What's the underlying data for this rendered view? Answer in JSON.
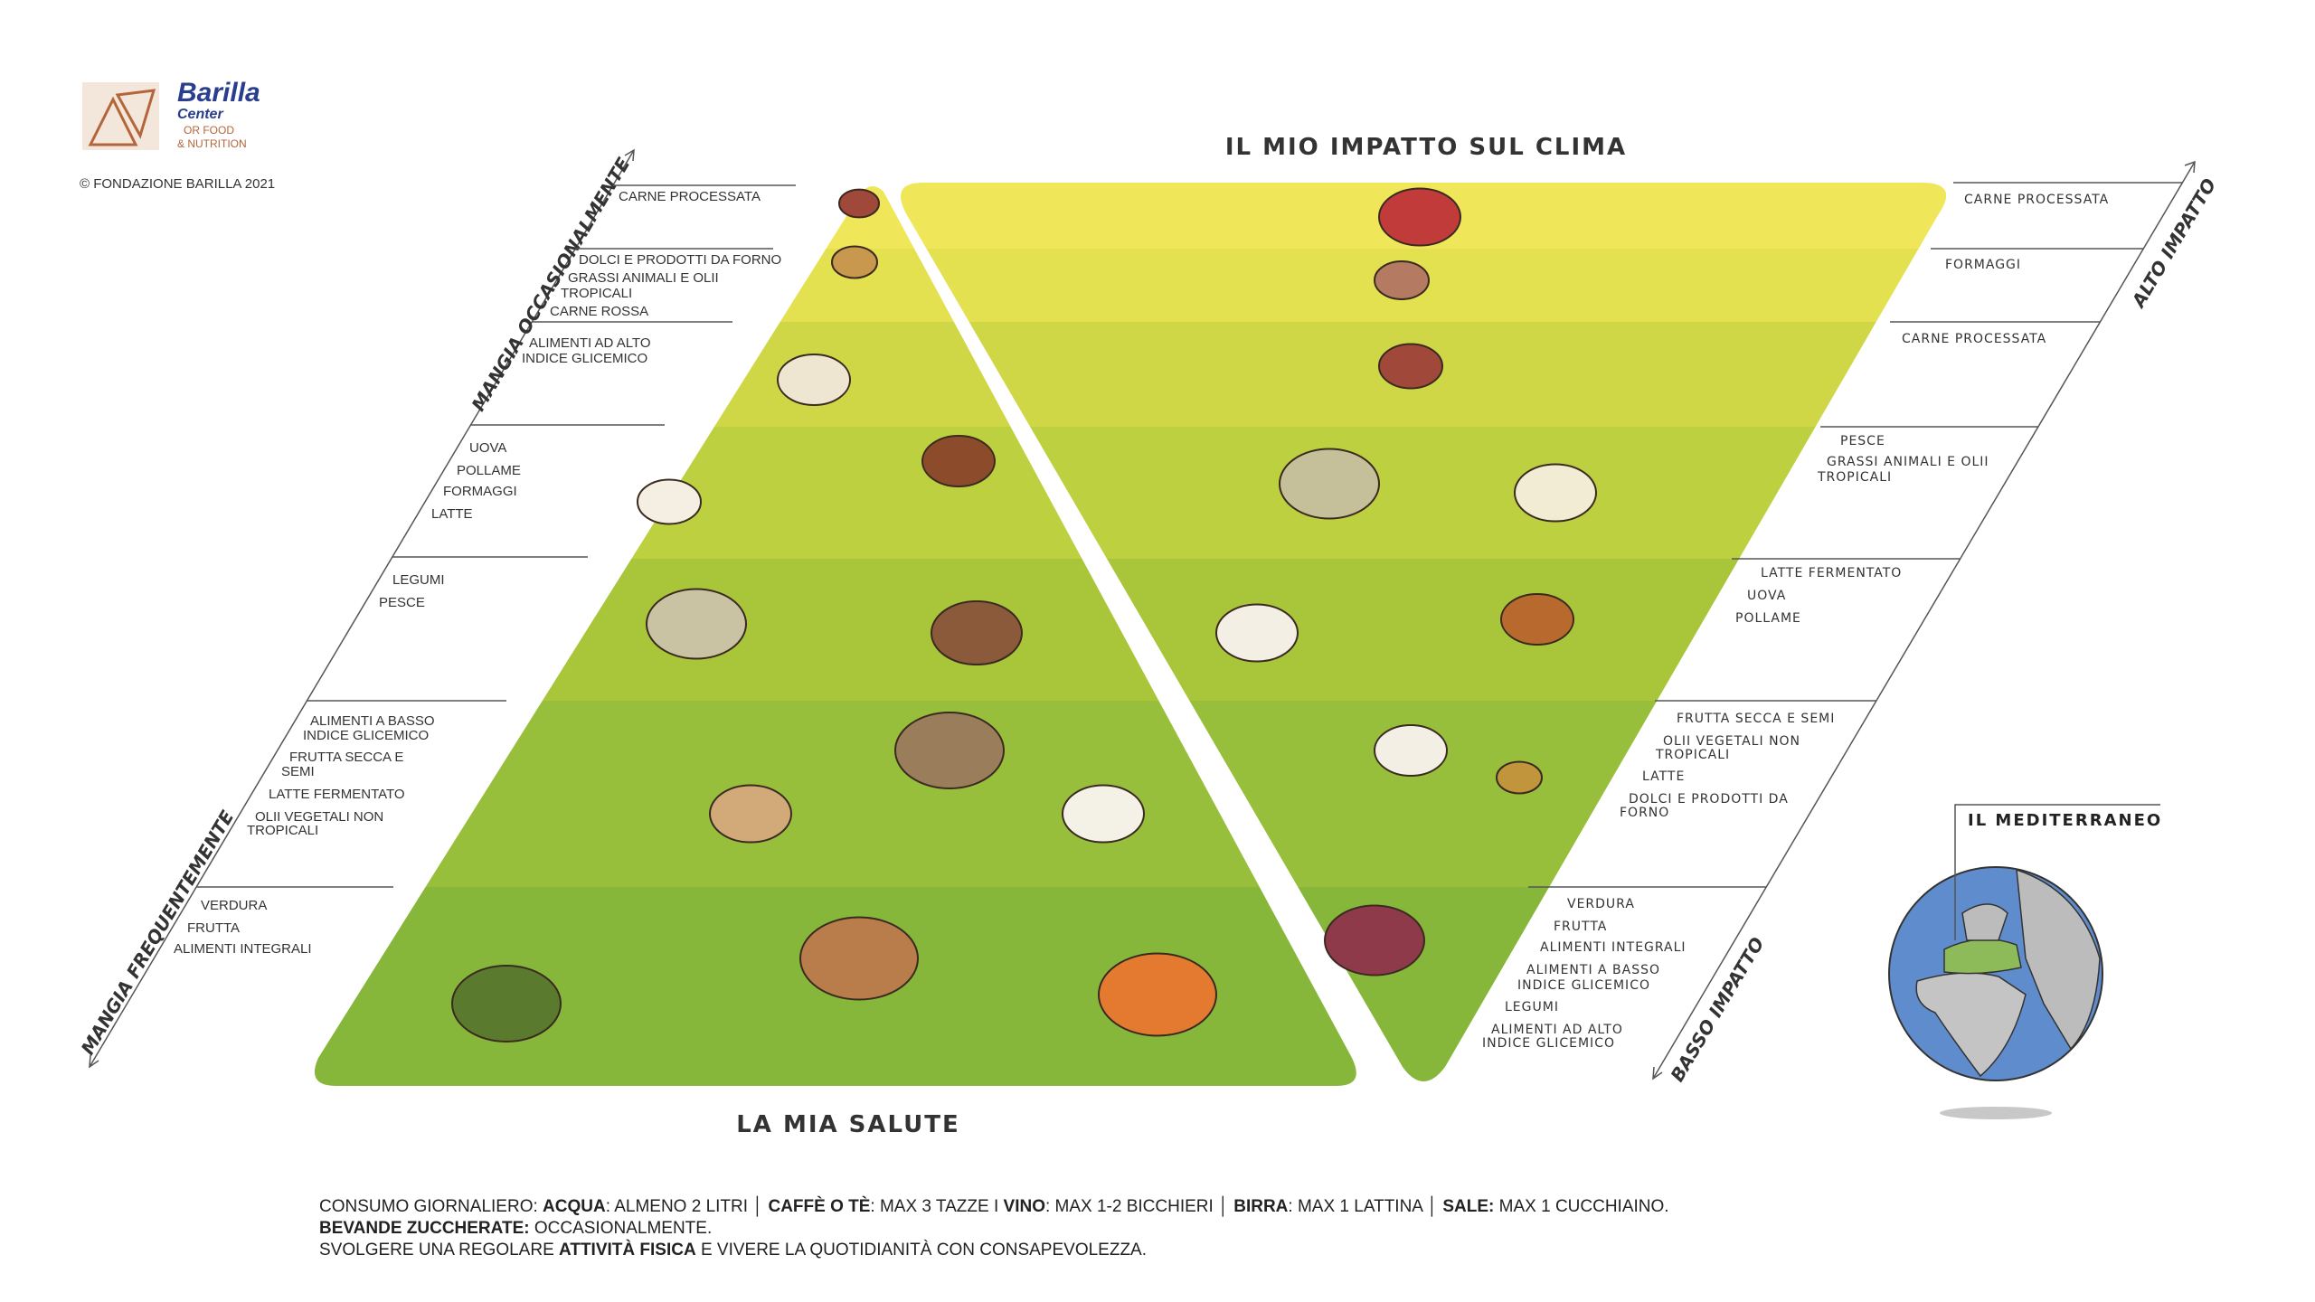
{
  "logo": {
    "brand": "Barilla",
    "sub1": "Center",
    "sub2": "OR FOOD",
    "sub3": "& NUTRITION"
  },
  "copyright": "© FONDAZIONE BARILLA 2021",
  "titles": {
    "climate": "IL MIO IMPATTO SUL CLIMA",
    "health": "LA MIA SALUTE",
    "mediterranean": "IL MEDITERRANEO"
  },
  "axes": {
    "occasional": "MANGIA OCCASIONALMENTE",
    "frequent": "MANGIA FREQUENTEMENTE",
    "high_impact": "ALTO IMPATTO",
    "low_impact": "BASSO IMPATTO"
  },
  "health_labels": [
    "CARNE PROCESSATA",
    "DOLCI E PRODOTTI DA FORNO",
    "GRASSI ANIMALI E OLII",
    "TROPICALI",
    "CARNE ROSSA",
    "ALIMENTI AD ALTO",
    "INDICE GLICEMICO",
    "UOVA",
    "POLLAME",
    "FORMAGGI",
    "LATTE",
    "LEGUMI",
    "PESCE",
    "ALIMENTI A BASSO",
    "INDICE GLICEMICO",
    "FRUTTA SECCA E",
    "SEMI",
    "LATTE FERMENTATO",
    "OLII VEGETALI NON",
    "TROPICALI",
    "VERDURA",
    "FRUTTA",
    "ALIMENTI INTEGRALI"
  ],
  "climate_labels": [
    "CARNE PROCESSATA",
    "FORMAGGI",
    "CARNE PROCESSATA",
    "PESCE",
    "GRASSI ANIMALI E  OLII",
    "TROPICALI",
    "LATTE FERMENTATO",
    "UOVA",
    "POLLAME",
    "FRUTTA SECCA E SEMI",
    "OLII VEGETALI NON",
    "TROPICALI",
    "LATTE",
    "DOLCI E PRODOTTI DA",
    "FORNO",
    "VERDURA",
    "FRUTTA",
    "ALIMENTI INTEGRALI",
    "ALIMENTI A BASSO",
    "INDICE GLICEMICO",
    "LEGUMI",
    "ALIMENTI AD ALTO",
    "INDICE GLICEMICO"
  ],
  "footer": {
    "l1": [
      "CONSUMO GIORNALIERO: ",
      "ACQUA",
      ": ALMENO 2 LITRI │ ",
      "CAFFÈ O TÈ",
      ": MAX 3 TAZZE I ",
      "VINO",
      ": MAX 1-2 BICCHIERI │ ",
      "BIRRA",
      ": MAX 1 LATTINA │ ",
      "SALE:",
      " MAX 1 CUCCHIAINO."
    ],
    "l2": [
      "BEVANDE ZUCCHERATE:",
      " OCCASIONALMENTE."
    ],
    "l3": [
      "SVOLGERE UNA REGOLARE ",
      "ATTIVITÀ FISICA",
      " E VIVERE LA QUOTIDIANITÀ CON CONSAPEVOLEZZA."
    ]
  },
  "band_colors": [
    "#efe65a",
    "#e3e14f",
    "#cfd746",
    "#bdd040",
    "#a9c63b",
    "#98bf3b",
    "#86b73a"
  ]
}
